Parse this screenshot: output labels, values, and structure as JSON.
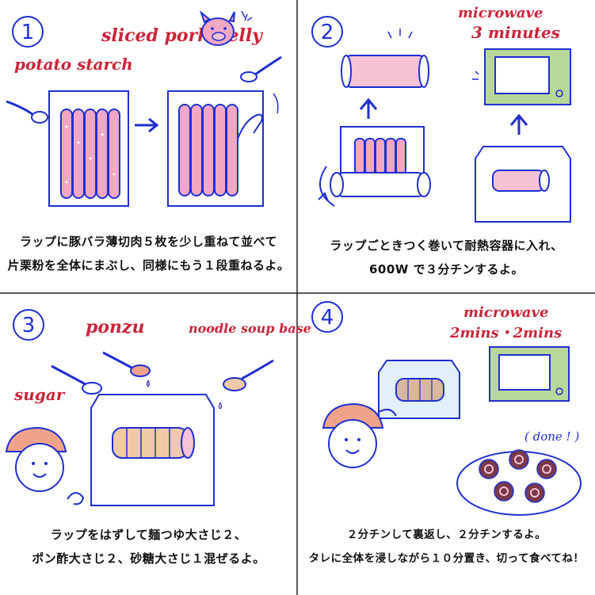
{
  "panels": [
    {
      "number": "1",
      "labels": {
        "potato_starch": "potato starch",
        "sliced_pork_belly": "sliced pork belly"
      },
      "caption": [
        "ラップに豚バラ薄切肉５枚を少し重ねて並べて",
        "片栗粉を全体にまぶし、同様にもう１段重ねるよ。"
      ]
    },
    {
      "number": "2",
      "labels": {
        "microwave": "microwave",
        "time": "3 minutes"
      },
      "caption": [
        "ラップごときつく巻いて耐熱容器に入れ、",
        "600W で３分チンするよ。"
      ]
    },
    {
      "number": "3",
      "labels": {
        "ponzu": "ponzu",
        "noodle_soup_base": "noodle soup base",
        "sugar": "sugar"
      },
      "caption": [
        "ラップをはずして麺つゆ大さじ２、",
        "ポン酢大さじ２、砂糖大さじ１混ぜるよ。"
      ]
    },
    {
      "number": "4",
      "labels": {
        "microwave": "microwave",
        "time": "2mins・2mins",
        "done": "( done ! )"
      },
      "caption": [
        "２分チンして裏返し、２分チンするよ。",
        "タレに全体を浸しながら１０分置き、切って食べてね！"
      ]
    }
  ],
  "colors": {
    "ink": "#1f2fd0",
    "label": "#c9253a",
    "pork": "#f2a7c3",
    "microwave": "#b8d89a",
    "hat": "#f0a38a"
  }
}
